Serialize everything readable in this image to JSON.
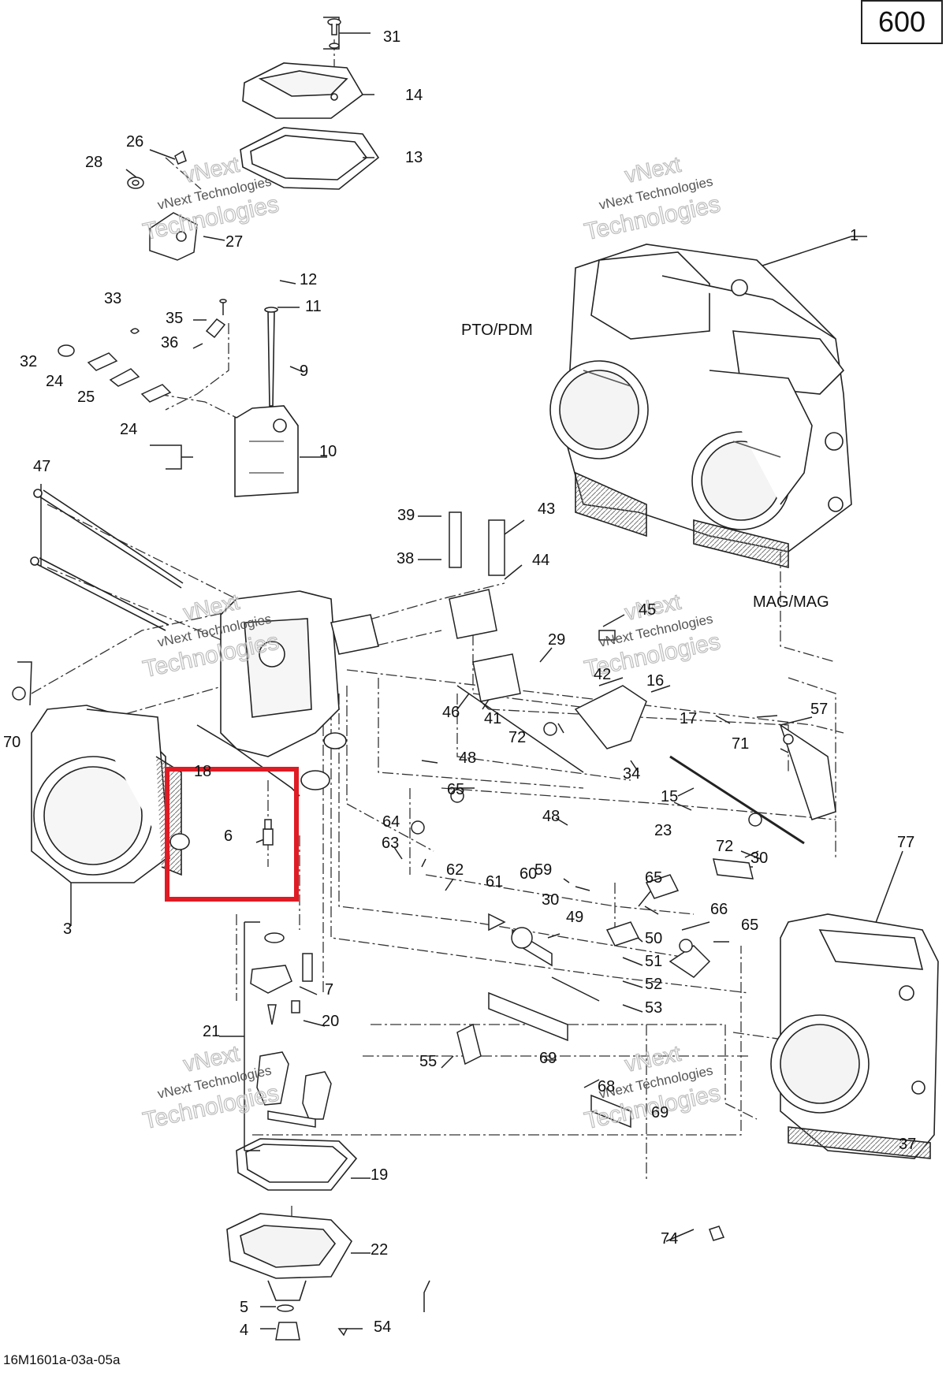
{
  "diagram": {
    "page_code": "600",
    "figure_reference": "16M1601a-03a-05a",
    "assembly_labels": {
      "pto": "PTO/PDM",
      "mag": "MAG/MAG"
    },
    "watermark_lines": [
      "vNext",
      "vNext Technologies",
      "Technologies"
    ],
    "highlight": {
      "part": "6",
      "color": "#e01b24"
    },
    "part_numbers": [
      "1",
      "3",
      "4",
      "5",
      "6",
      "7",
      "9",
      "10",
      "11",
      "12",
      "13",
      "14",
      "15",
      "16",
      "17",
      "18",
      "19",
      "20",
      "21",
      "22",
      "23",
      "24",
      "24",
      "25",
      "26",
      "27",
      "28",
      "29",
      "30",
      "30",
      "31",
      "32",
      "33",
      "34",
      "35",
      "36",
      "37",
      "38",
      "39",
      "41",
      "42",
      "43",
      "44",
      "45",
      "46",
      "47",
      "48",
      "48",
      "49",
      "50",
      "51",
      "52",
      "53",
      "54",
      "55",
      "57",
      "59",
      "60",
      "61",
      "62",
      "63",
      "64",
      "65",
      "65",
      "65",
      "66",
      "68",
      "69",
      "69",
      "70",
      "71",
      "72",
      "72",
      "74",
      "77"
    ]
  }
}
